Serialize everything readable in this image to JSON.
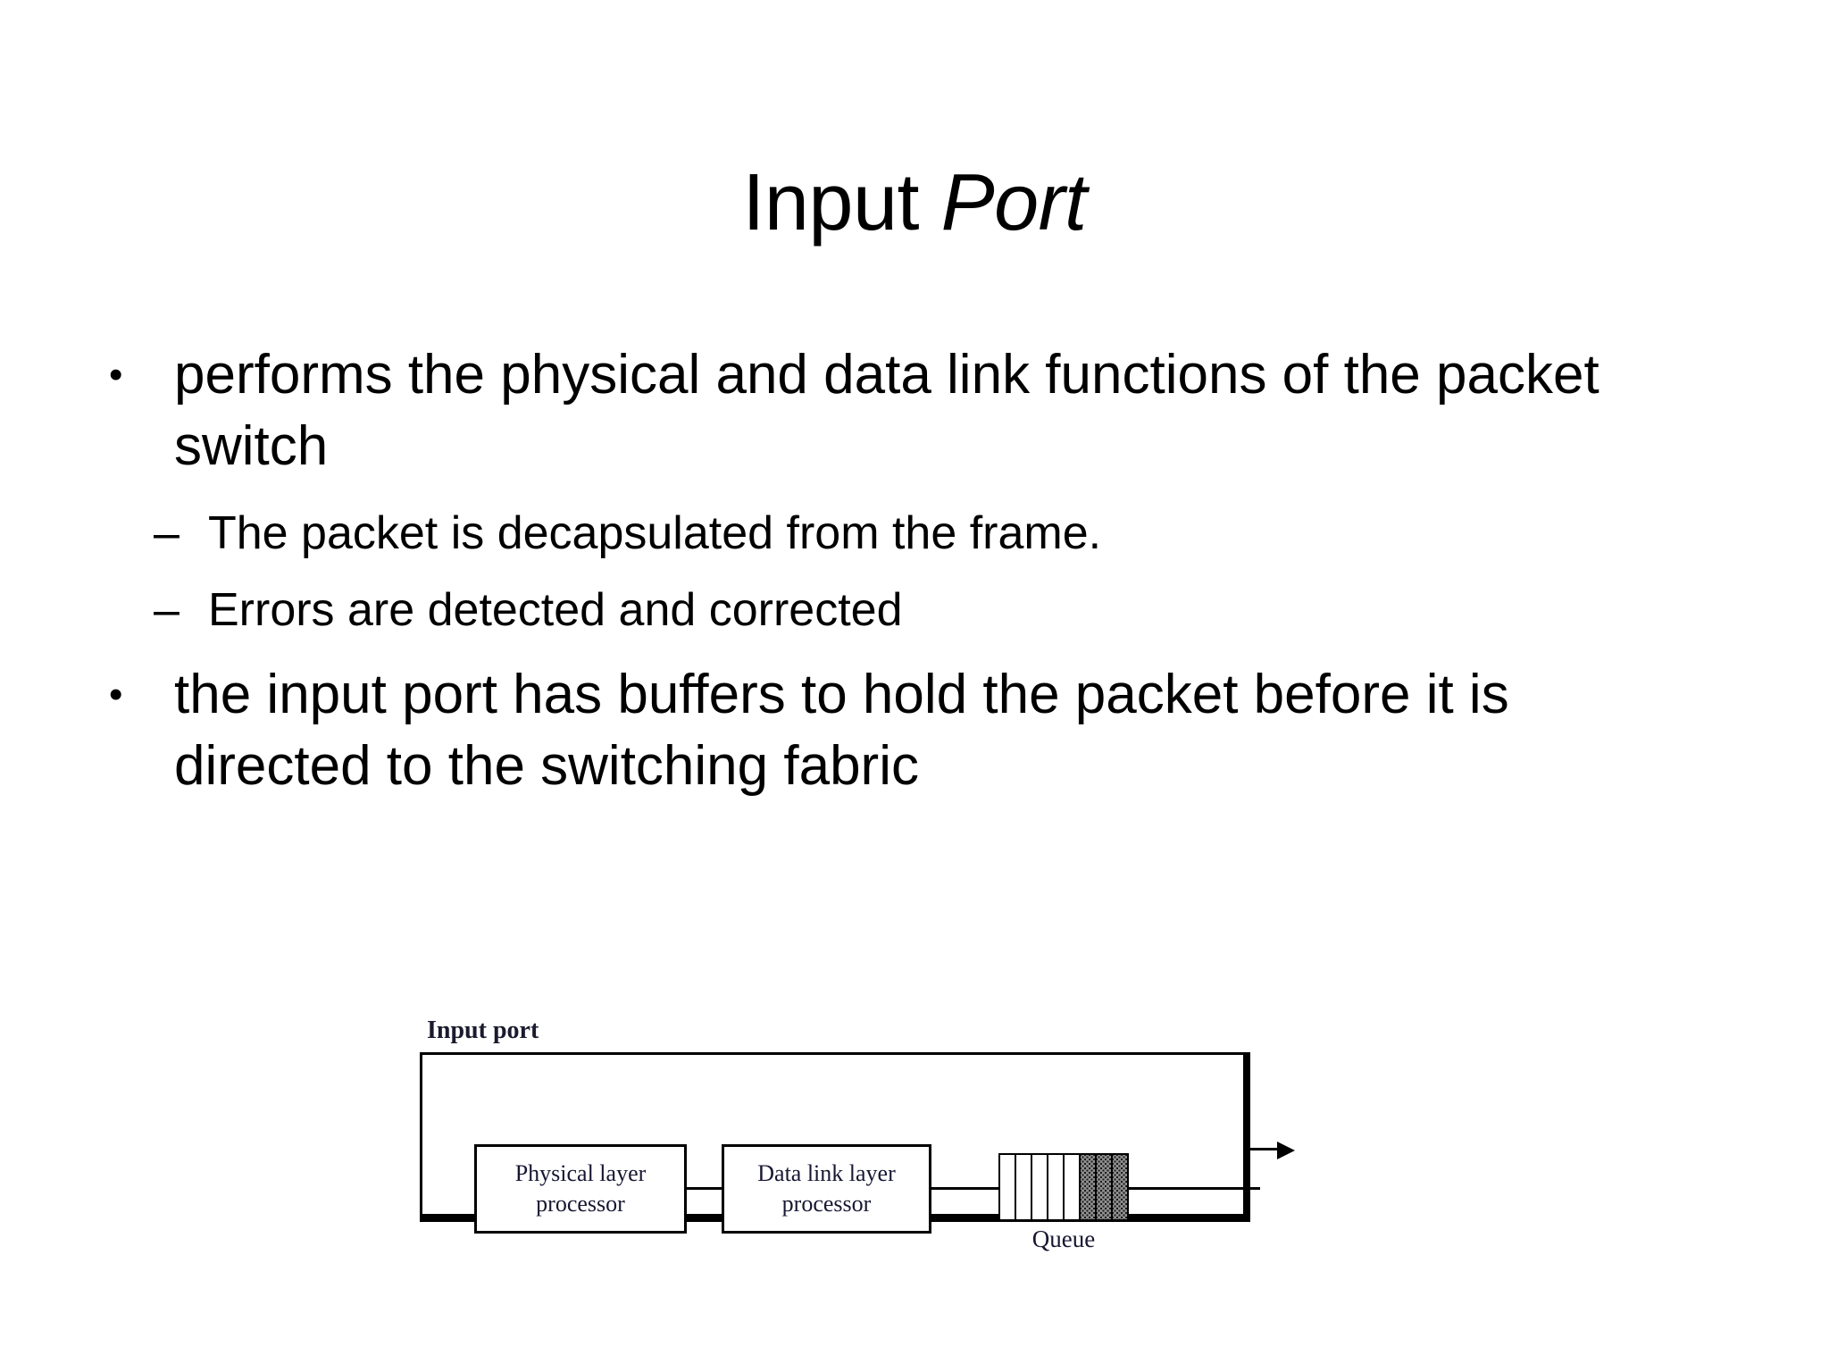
{
  "slide": {
    "title_prefix": "Input ",
    "title_emphasis": "Port",
    "background_color": "#ffffff",
    "text_color": "#000000"
  },
  "content": {
    "bullets": [
      {
        "level": 1,
        "marker": "•",
        "text": "performs the physical and data link functions of the packet switch"
      },
      {
        "level": 2,
        "marker": "–",
        "text": "The packet is decapsulated from the frame."
      },
      {
        "level": 2,
        "marker": "–",
        "text": "Errors are detected and corrected"
      },
      {
        "level": 1,
        "marker": "•",
        "text": "the input port has buffers to hold the packet before it is directed to the switching fabric"
      }
    ]
  },
  "diagram": {
    "caption": "Input port",
    "blocks": [
      {
        "line1": "Physical layer",
        "line2": "processor"
      },
      {
        "line1": "Data link layer",
        "line2": "processor"
      }
    ],
    "queue": {
      "label": "Queue",
      "total_cells": 8,
      "filled_cells": 3,
      "empty_cells": 5
    },
    "line_color": "#000000",
    "label_color": "#171733"
  }
}
